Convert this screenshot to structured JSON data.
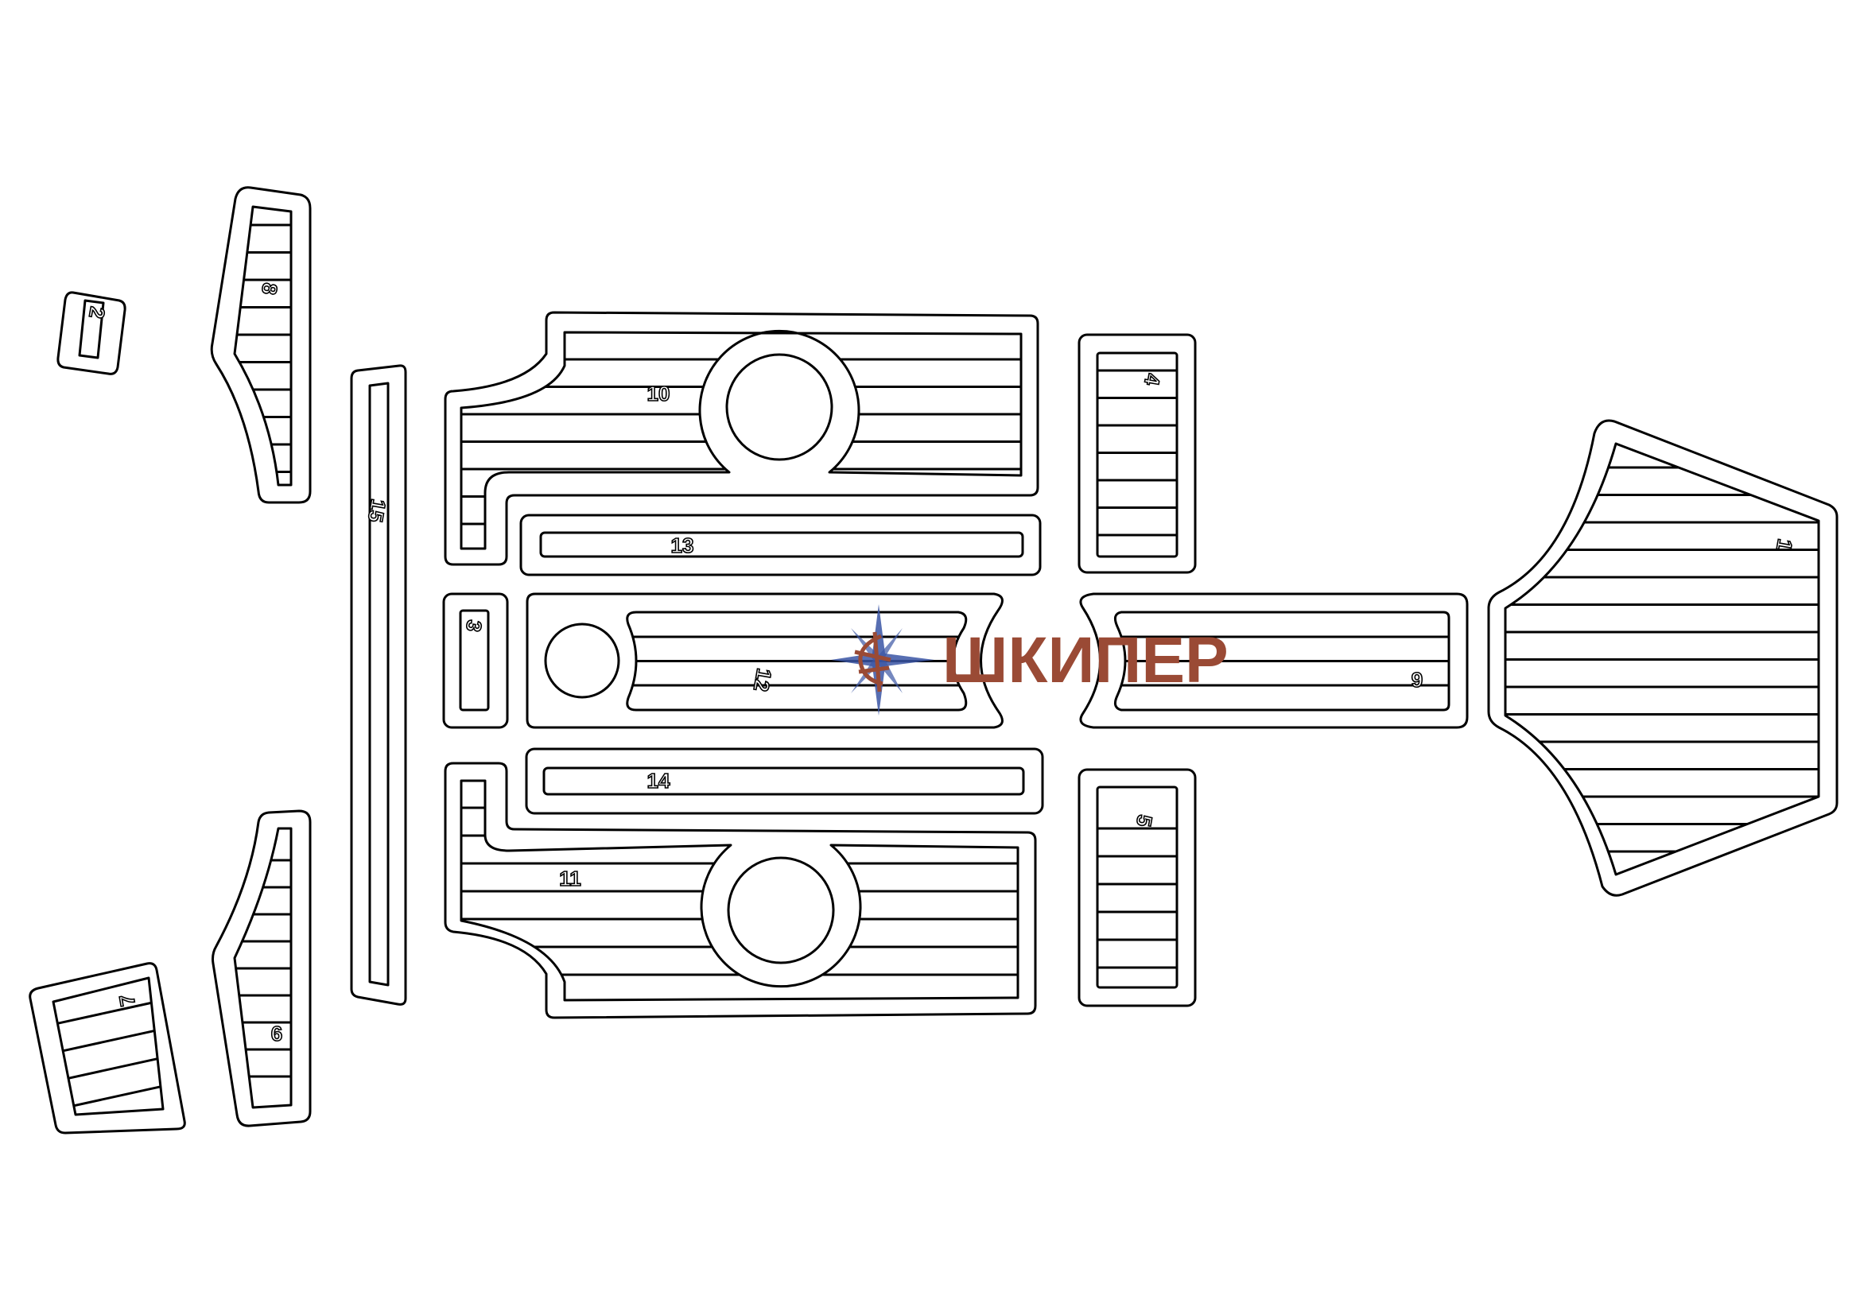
{
  "pieces": [
    {
      "id": "1",
      "label": "1"
    },
    {
      "id": "2",
      "label": "2"
    },
    {
      "id": "3",
      "label": "3"
    },
    {
      "id": "4",
      "label": "4"
    },
    {
      "id": "5",
      "label": "5"
    },
    {
      "id": "6",
      "label": "6"
    },
    {
      "id": "7",
      "label": "7"
    },
    {
      "id": "8",
      "label": "8"
    },
    {
      "id": "9",
      "label": "9"
    },
    {
      "id": "10",
      "label": "10"
    },
    {
      "id": "11",
      "label": "11"
    },
    {
      "id": "12",
      "label": "12"
    },
    {
      "id": "13",
      "label": "13"
    },
    {
      "id": "14",
      "label": "14"
    },
    {
      "id": "15",
      "label": "15"
    }
  ],
  "logo": {
    "text": "ШКИПЕР",
    "text_color": "#9a4a35",
    "star_color": "#3a55a4",
    "wheel_color": "#9a4a35"
  }
}
